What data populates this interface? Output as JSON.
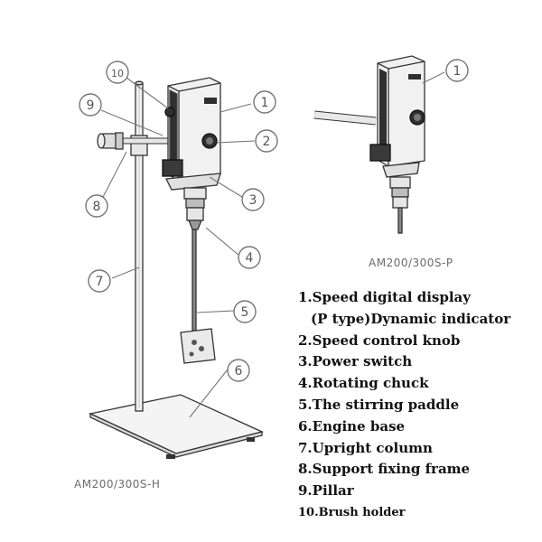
{
  "callouts": [
    "1",
    "2",
    "3",
    "4",
    "5",
    "6",
    "7",
    "8",
    "9",
    "10"
  ],
  "captions": {
    "model_h": "AM200/300S-H",
    "model_p": "AM200/300S-P",
    "callout_p": "1"
  },
  "legend": [
    "1.Speed digital display",
    "(P type)Dynamic indicator",
    "2.Speed control knob",
    "3.Power switch",
    "4.Rotating chuck",
    "5.The stirring paddle",
    "6.Engine base",
    "7.Upright column",
    "8.Support fixing frame",
    "9.Pillar",
    "10.Brush holder"
  ],
  "colors": {
    "line": "#555555",
    "callout_stroke": "#777777",
    "callout_text": "#555555",
    "device_dark": "#2f2f2f",
    "device_mid": "#8a8a8a",
    "base_fill": "#f4f4f4"
  }
}
